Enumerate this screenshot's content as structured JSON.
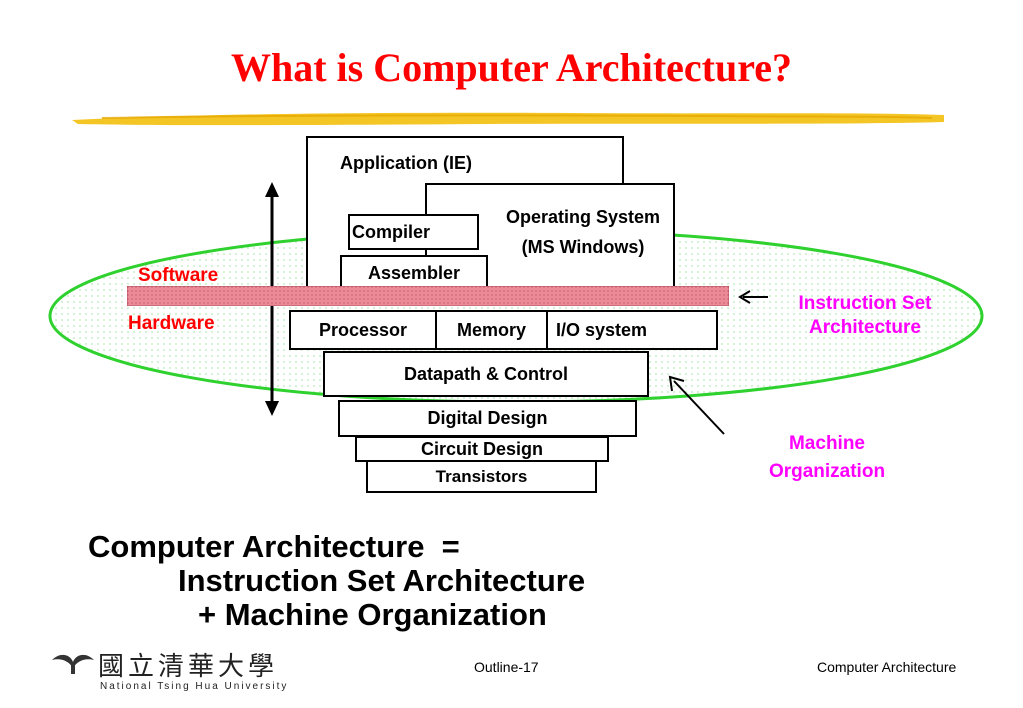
{
  "slide": {
    "title": "What is Computer Architecture?",
    "colors": {
      "title": "#ff0000",
      "software_hardware": "#ff0000",
      "annotations": "#ff00ff",
      "ellipse": "#33dd33",
      "isa_bar": "#e8808e"
    }
  },
  "diagram": {
    "layers": {
      "application": "Application (IE)",
      "operating_system": "Operating System (MS Windows)",
      "compiler": "Compiler",
      "assembler": "Assembler",
      "processor": "Processor",
      "memory": "Memory",
      "io_system": "I/O system",
      "datapath_control": "Datapath & Control",
      "digital_design": "Digital Design",
      "circuit_design": "Circuit Design",
      "transistors": "Transistors"
    },
    "side_labels": {
      "software": "Software",
      "hardware": "Hardware"
    },
    "annotations": {
      "isa": "Instruction Set Architecture",
      "machine_organization": "Machine Organization"
    }
  },
  "equation": {
    "line1": "Computer Architecture  =",
    "line2": "Instruction Set Architecture",
    "line3": "+ Machine Organization"
  },
  "footer": {
    "logo_chinese": "國立清華大學",
    "logo_english": "National Tsing Hua University",
    "page": "Outline-17",
    "course": "Computer Architecture"
  }
}
